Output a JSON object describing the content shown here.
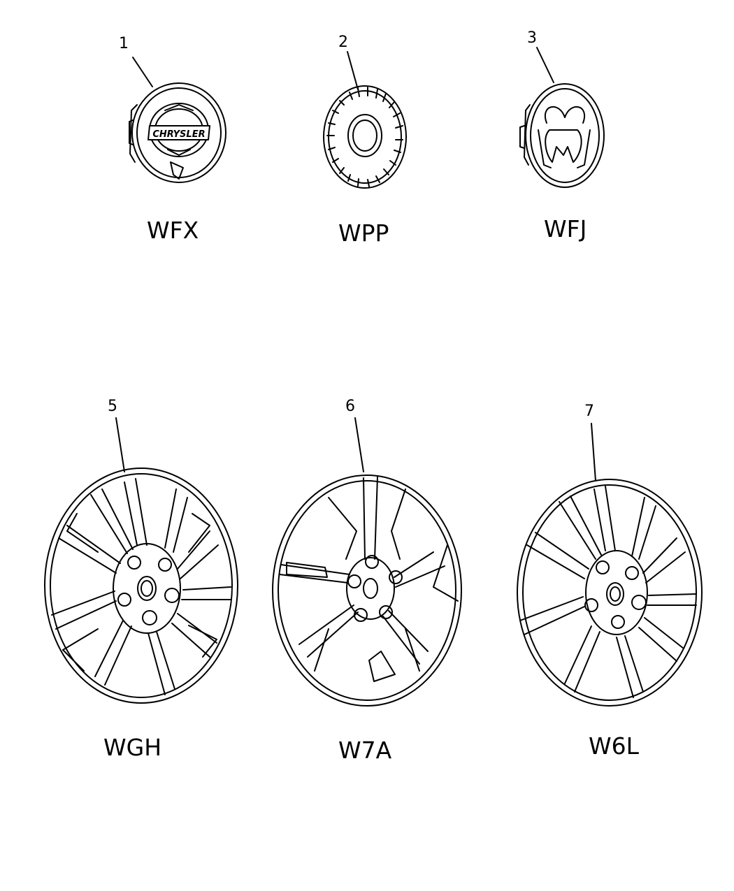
{
  "parts": [
    {
      "callout": "1",
      "code": "WFX",
      "kind": "center-cap",
      "emblem": "CHRYSLER"
    },
    {
      "callout": "2",
      "code": "WPP",
      "kind": "center-cap"
    },
    {
      "callout": "3",
      "code": "WFJ",
      "kind": "center-cap"
    },
    {
      "callout": "5",
      "code": "WGH",
      "kind": "wheel-cover"
    },
    {
      "callout": "6",
      "code": "W7A",
      "kind": "wheel-cover"
    },
    {
      "callout": "7",
      "code": "W6L",
      "kind": "wheel-cover"
    }
  ]
}
